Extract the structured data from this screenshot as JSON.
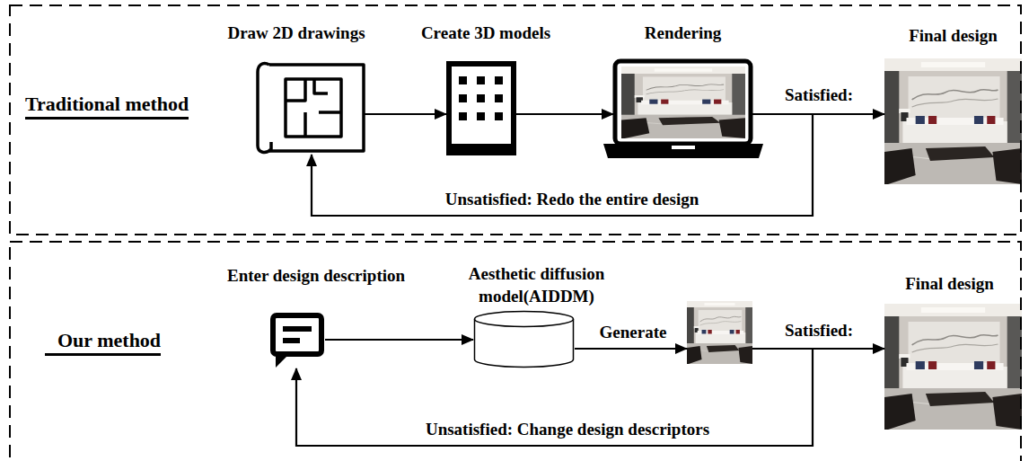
{
  "diagram": {
    "nodes": [
      {
        "text": [
          "Traditional method"
        ]
      },
      {
        "text": [
          "Draw 2D drawings"
        ],
        "in": 0
      },
      {
        "text": [
          "Create 3D models"
        ],
        "in": 0
      },
      {
        "text": [
          "Rendering"
        ],
        "in": 0
      },
      {
        "text": [
          "Final design"
        ],
        "in": 0
      },
      {
        "text": [
          "Our method"
        ]
      },
      {
        "text": [
          "Enter design description"
        ],
        "in": 5
      },
      {
        "text": [
          "Aesthetic diffusion model(AIDDM)"
        ],
        "in": 5
      },
      {
        "text": [],
        "in": 5
      },
      {
        "text": [
          "Final design"
        ],
        "in": 5
      }
    ],
    "edges": [
      {
        "from": 1,
        "to": 2,
        "arrow": "to"
      },
      {
        "from": 2,
        "to": 3,
        "arrow": "to"
      },
      {
        "from": 3,
        "to": 4,
        "label": "Satisfied:",
        "arrow": "to"
      },
      {
        "from": 3,
        "to": 1,
        "label": "Unsatisfied: Redo the entire design",
        "arrow": "to"
      },
      {
        "from": 6,
        "to": 7,
        "arrow": "to"
      },
      {
        "from": 7,
        "to": 8,
        "label": "Generate",
        "arrow": "to"
      },
      {
        "from": 8,
        "to": 9,
        "label": "Satisfied:",
        "arrow": "to"
      },
      {
        "from": 8,
        "to": 6,
        "label": "Unsatisfied: Change design descriptors",
        "arrow": "to"
      }
    ]
  }
}
